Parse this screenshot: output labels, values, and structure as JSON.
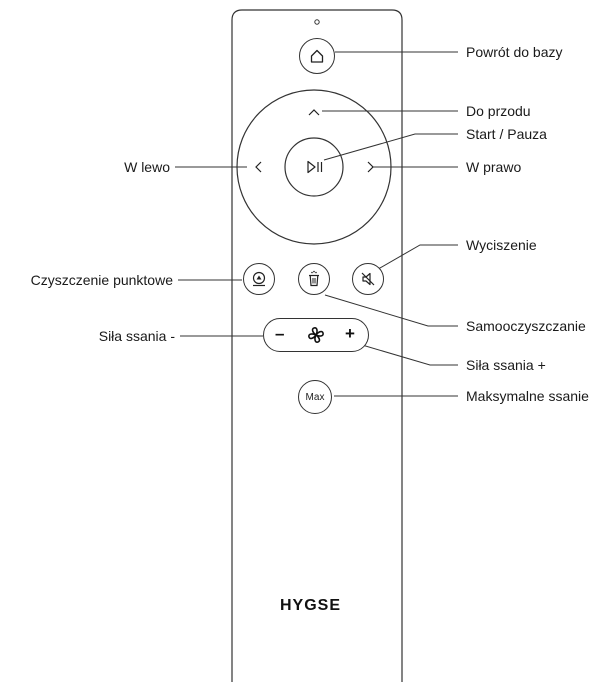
{
  "brand": "HYGSE",
  "buttons": {
    "max": "Max",
    "suction_minus": "–",
    "suction_plus": "+",
    "up": "^",
    "left": "<",
    "right": ">"
  },
  "labels": {
    "home": "Powrót do bazy",
    "forward": "Do przodu",
    "start_pause": "Start / Pauza",
    "left": "W lewo",
    "right": "W prawo",
    "mute": "Wyciszenie",
    "spot_clean": "Czyszczenie punktowe",
    "self_clean": "Samooczyszczanie",
    "suction_minus": "Siła ssania -",
    "suction_plus": "Siła ssania +",
    "max_suction": "Maksymalne ssanie"
  },
  "icons": {
    "home": "home-icon",
    "play_pause": "play-pause-icon",
    "mute": "mute-icon",
    "spot": "spot-clean-icon",
    "self_clean": "trash-icon",
    "fan": "fan-icon"
  }
}
